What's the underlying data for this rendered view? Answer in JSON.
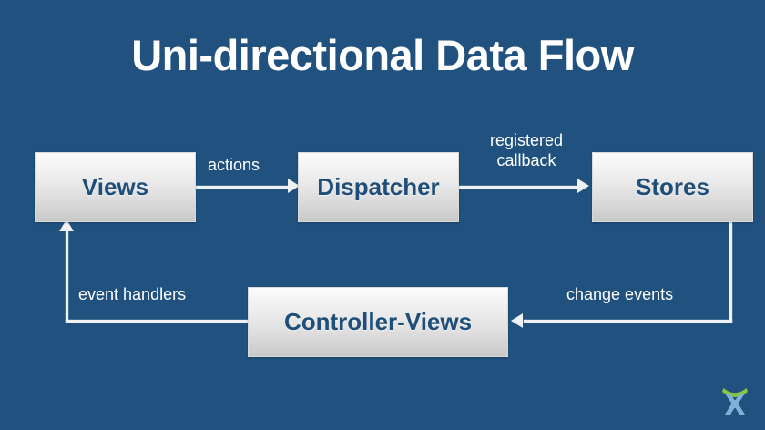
{
  "slide": {
    "title": "Uni-directional Data Flow",
    "background_color": "#21527f",
    "node_text_color": "#1f4e79",
    "label_color": "#ffffff",
    "connector_color": "#eef2f5"
  },
  "nodes": [
    {
      "id": "views",
      "label": "Views"
    },
    {
      "id": "dispatcher",
      "label": "Dispatcher"
    },
    {
      "id": "stores",
      "label": "Stores"
    },
    {
      "id": "controller",
      "label": "Controller-Views"
    }
  ],
  "edges": [
    {
      "id": "actions",
      "label": "actions",
      "from": "views",
      "to": "dispatcher",
      "direction": "right"
    },
    {
      "id": "callback",
      "label": "registered callback",
      "label_line1": "registered",
      "label_line2": "callback",
      "from": "dispatcher",
      "to": "stores",
      "direction": "right"
    },
    {
      "id": "change",
      "label": "change events",
      "from": "stores",
      "to": "controller",
      "direction": "left"
    },
    {
      "id": "event",
      "label": "event handlers",
      "from": "controller",
      "to": "views",
      "direction": "up"
    }
  ],
  "logo": {
    "name": "brand-logo",
    "arc_color": "#8bc53f",
    "figure_color": "#7fb2d9"
  }
}
